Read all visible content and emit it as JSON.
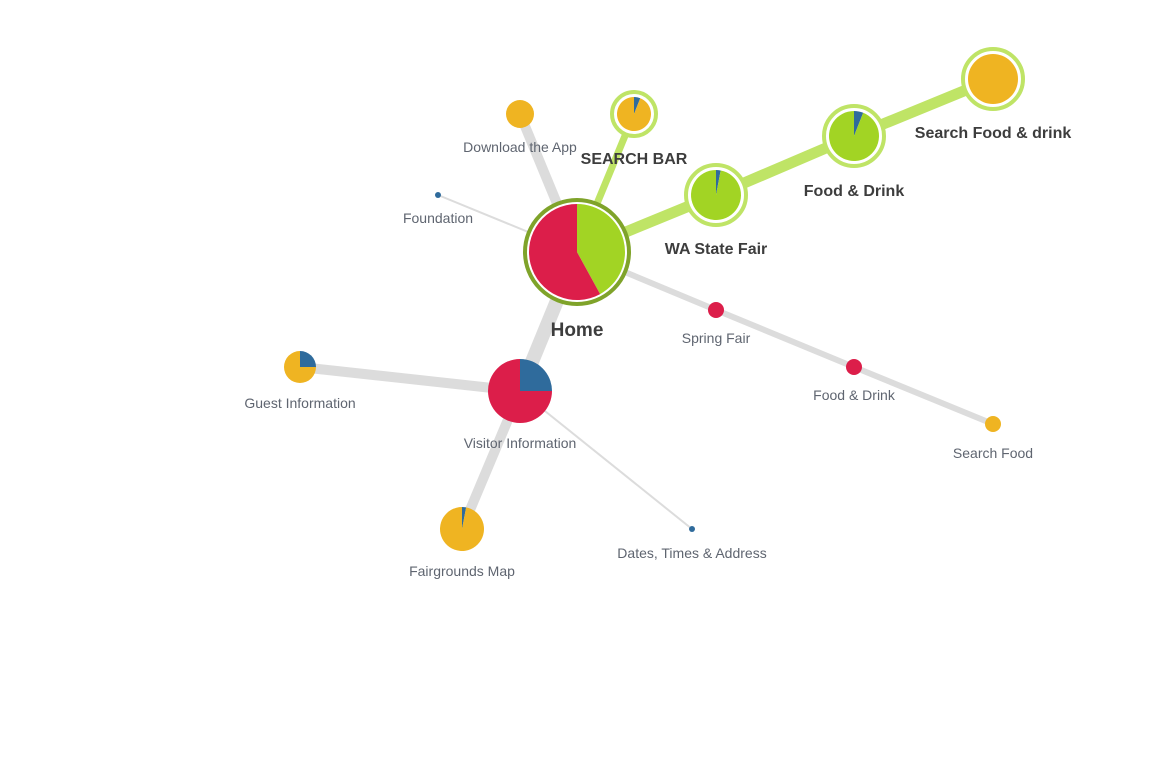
{
  "colors": {
    "red": "#dc1e4a",
    "green": "#a2d424",
    "yellow": "#efb422",
    "blue": "#2f6b9c",
    "path_highlight": "#bfe466",
    "ring_dark": "#7fa32a",
    "ring_light": "#bfe466",
    "edge": "#dcdcdc",
    "label": "#5f6570",
    "label_bold": "#3d3d3d"
  },
  "nodes": [
    {
      "id": "home",
      "label": "Home",
      "style": "home",
      "ring": "dark",
      "slices": [
        {
          "color": "green",
          "value": 42
        },
        {
          "color": "red",
          "value": 58
        }
      ]
    },
    {
      "id": "download-app",
      "label": "Download the App",
      "style": "normal",
      "slices": [
        {
          "color": "yellow",
          "value": 100
        }
      ]
    },
    {
      "id": "search-bar",
      "label": "SEARCH BAR",
      "style": "bold",
      "ring": "light",
      "slices": [
        {
          "color": "blue",
          "value": 6
        },
        {
          "color": "yellow",
          "value": 94
        }
      ]
    },
    {
      "id": "wa-state-fair",
      "label": "WA State Fair",
      "style": "bold",
      "ring": "light",
      "slices": [
        {
          "color": "blue",
          "value": 3
        },
        {
          "color": "green",
          "value": 97
        }
      ]
    },
    {
      "id": "food-drink-1",
      "label": "Food & Drink",
      "style": "bold",
      "ring": "light",
      "slices": [
        {
          "color": "blue",
          "value": 6
        },
        {
          "color": "green",
          "value": 94
        }
      ]
    },
    {
      "id": "search-food-drink",
      "label": "Search Food & drink",
      "style": "bold",
      "ring": "light",
      "slices": [
        {
          "color": "yellow",
          "value": 100
        }
      ]
    },
    {
      "id": "foundation",
      "label": "Foundation",
      "style": "normal",
      "slices": [
        {
          "color": "blue",
          "value": 100
        }
      ]
    },
    {
      "id": "spring-fair",
      "label": "Spring Fair",
      "style": "normal",
      "slices": [
        {
          "color": "red",
          "value": 100
        }
      ]
    },
    {
      "id": "food-drink-2",
      "label": "Food & Drink",
      "style": "normal",
      "slices": [
        {
          "color": "red",
          "value": 100
        }
      ]
    },
    {
      "id": "search-food",
      "label": "Search Food",
      "style": "normal",
      "slices": [
        {
          "color": "yellow",
          "value": 100
        }
      ]
    },
    {
      "id": "visitor-info",
      "label": "Visitor Information",
      "style": "normal",
      "slices": [
        {
          "color": "blue",
          "value": 25
        },
        {
          "color": "red",
          "value": 75
        }
      ]
    },
    {
      "id": "guest-info",
      "label": "Guest Information",
      "style": "normal",
      "slices": [
        {
          "color": "blue",
          "value": 25
        },
        {
          "color": "yellow",
          "value": 75
        }
      ]
    },
    {
      "id": "fairgrounds-map",
      "label": "Fairgrounds Map",
      "style": "normal",
      "slices": [
        {
          "color": "blue",
          "value": 3
        },
        {
          "color": "yellow",
          "value": 97
        }
      ]
    },
    {
      "id": "dates-times",
      "label": "Dates, Times & Address",
      "style": "normal",
      "slices": [
        {
          "color": "blue",
          "value": 100
        }
      ]
    }
  ],
  "edges": [
    {
      "from": "home",
      "to": "download-app",
      "highlight": false
    },
    {
      "from": "home",
      "to": "search-bar",
      "highlight": true
    },
    {
      "from": "home",
      "to": "wa-state-fair",
      "highlight": true
    },
    {
      "from": "wa-state-fair",
      "to": "food-drink-1",
      "highlight": true
    },
    {
      "from": "food-drink-1",
      "to": "search-food-drink",
      "highlight": true
    },
    {
      "from": "home",
      "to": "foundation",
      "highlight": false
    },
    {
      "from": "home",
      "to": "spring-fair",
      "highlight": false
    },
    {
      "from": "spring-fair",
      "to": "food-drink-2",
      "highlight": false
    },
    {
      "from": "food-drink-2",
      "to": "search-food",
      "highlight": false
    },
    {
      "from": "home",
      "to": "visitor-info",
      "highlight": false
    },
    {
      "from": "visitor-info",
      "to": "guest-info",
      "highlight": false
    },
    {
      "from": "visitor-info",
      "to": "fairgrounds-map",
      "highlight": false
    },
    {
      "from": "visitor-info",
      "to": "dates-times",
      "highlight": false
    }
  ]
}
